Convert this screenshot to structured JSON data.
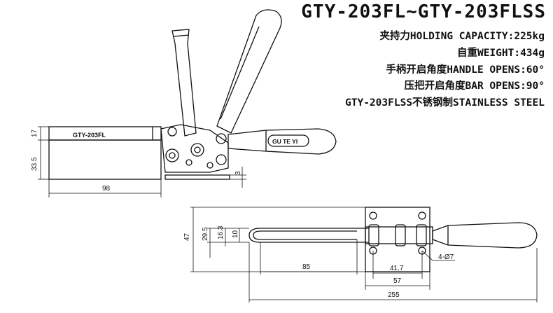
{
  "title": "GTY-203FL~GTY-203FLSS",
  "specs": [
    "夹持力HOLDING CAPACITY:225kg",
    "自重WEIGHT:434g",
    "手柄开启角度HANDLE OPENS:60°",
    "压把开启角度BAR OPENS:90°",
    "GTY-203FLSS不锈钢制STAINLESS STEEL"
  ],
  "side_view": {
    "model_label": "GTY-203FL",
    "handle_brand": "GU TE YI",
    "dims": {
      "height_top": "17",
      "height_bottom": "33.5",
      "base_thickness": "3",
      "bar_length": "98"
    }
  },
  "top_view": {
    "dims": {
      "overall_height": "47",
      "slot_height": "29.5",
      "slot_inner": "16.3",
      "slot_width": "10",
      "slot_length": "85",
      "hole_pitch": "41.7",
      "base_length": "57",
      "overall_length": "255",
      "holes": "4-Ø7"
    }
  }
}
